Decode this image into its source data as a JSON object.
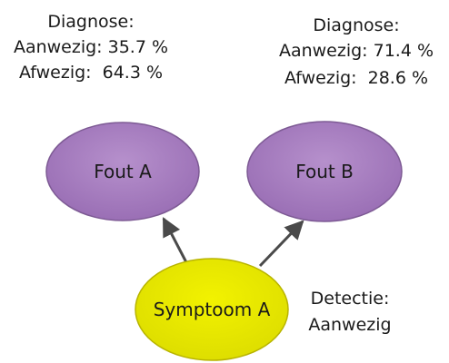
{
  "nodes": {
    "fout_a": {
      "label": "Fout A",
      "fill": "#a77fbf",
      "stroke": "#7d5a94"
    },
    "fout_b": {
      "label": "Fout B",
      "fill": "#a77fbf",
      "stroke": "#7d5a94"
    },
    "symptoom_a": {
      "label": "Symptoom A",
      "fill": "#eaea00",
      "stroke": "#b8b400"
    }
  },
  "diagnose_a": {
    "title": "Diagnose:",
    "present": "Aanwezig: 35.7 %",
    "absent": "Afwezig:  64.3 %"
  },
  "diagnose_b": {
    "title": "Diagnose:",
    "present": "Aanwezig: 71.4 %",
    "absent": "Afwezig:  28.6 %"
  },
  "detectie": {
    "title": "Detectie:",
    "value": "Aanwezig"
  },
  "edges": [
    {
      "from": "Symptoom A",
      "to": "Fout A"
    },
    {
      "from": "Symptoom A",
      "to": "Fout B"
    }
  ],
  "colors": {
    "arrow": "#4a4a4a"
  }
}
